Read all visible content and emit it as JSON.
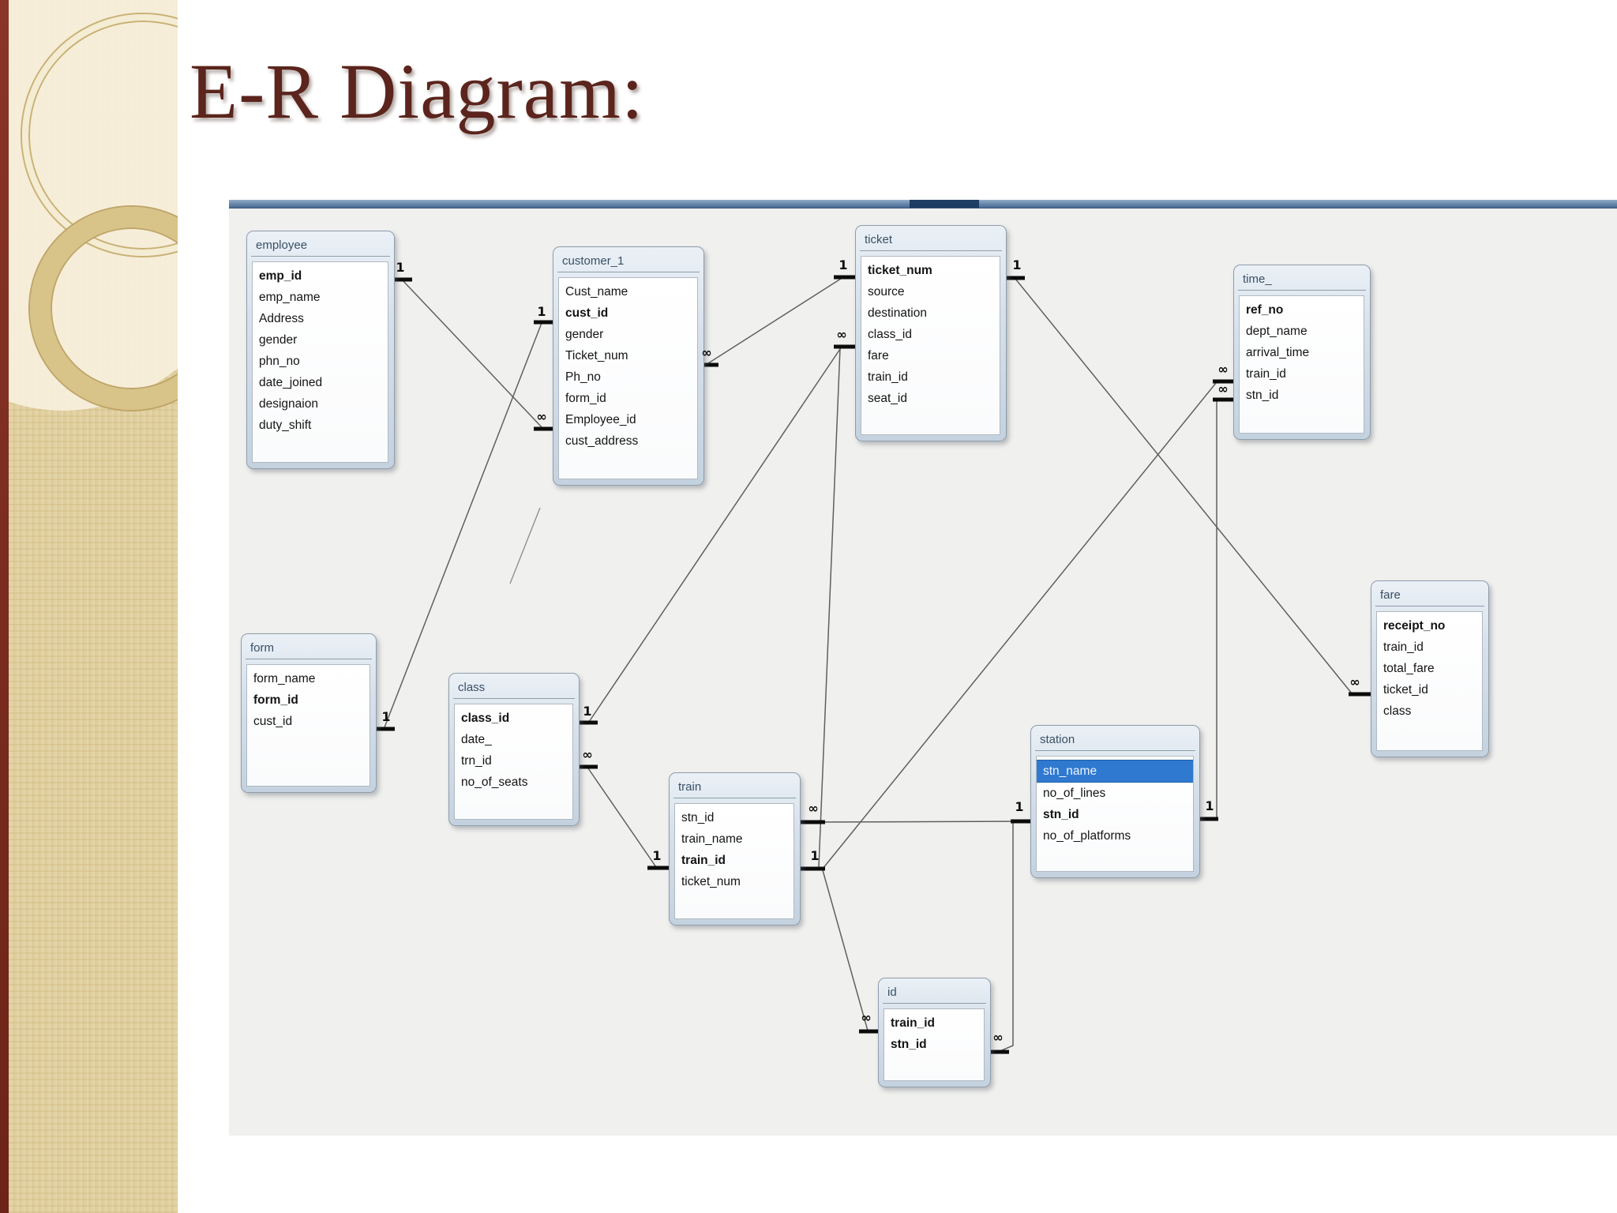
{
  "slide": {
    "title": "E-R Diagram:"
  },
  "cardinality": {
    "one": "1",
    "many": "∞"
  },
  "tables": {
    "employee": {
      "title": "employee",
      "fields": [
        "emp_id",
        "emp_name",
        "Address",
        "gender",
        "phn_no",
        "date_joined",
        "designaion",
        "duty_shift"
      ]
    },
    "customer_1": {
      "title": "customer_1",
      "fields": [
        "Cust_name",
        "cust_id",
        "gender",
        "Ticket_num",
        "Ph_no",
        "form_id",
        "Employee_id",
        "cust_address"
      ]
    },
    "ticket": {
      "title": "ticket",
      "fields": [
        "ticket_num",
        "source",
        "destination",
        "class_id",
        "fare",
        "train_id",
        "seat_id"
      ]
    },
    "time": {
      "title": "time_",
      "fields": [
        "ref_no",
        "dept_name",
        "arrival_time",
        "train_id",
        "stn_id"
      ]
    },
    "fare": {
      "title": "fare",
      "fields": [
        "receipt_no",
        "train_id",
        "total_fare",
        "ticket_id",
        "class"
      ]
    },
    "form": {
      "title": "form",
      "fields": [
        "form_name",
        "form_id",
        "cust_id"
      ]
    },
    "class": {
      "title": "class",
      "fields": [
        "class_id",
        "date_",
        "trn_id",
        "no_of_seats"
      ]
    },
    "train": {
      "title": "train",
      "fields": [
        "stn_id",
        "train_name",
        "train_id",
        "ticket_num"
      ]
    },
    "station": {
      "title": "station",
      "fields": [
        "stn_name",
        "no_of_lines",
        "stn_id",
        "no_of_platforms"
      ]
    },
    "id": {
      "title": "id",
      "fields": [
        "train_id",
        "stn_id"
      ]
    }
  }
}
